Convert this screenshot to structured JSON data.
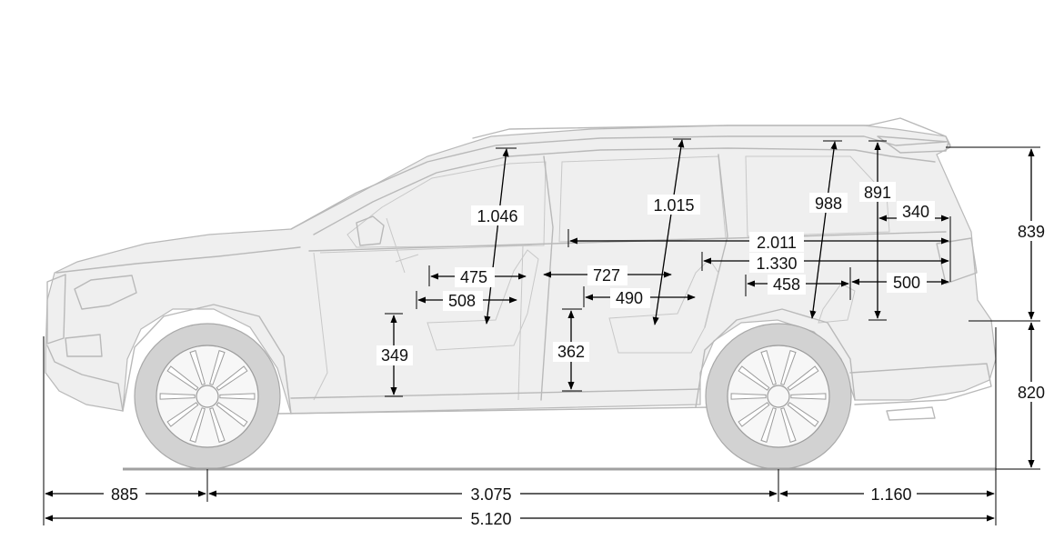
{
  "dimensions": {
    "front_overhang": "885",
    "wheelbase": "3.075",
    "rear_overhang": "1.160",
    "overall_length": "5.120",
    "rear_upper_height": "839",
    "rear_lower_height": "820",
    "headroom_front": "1.046",
    "headroom_middle": "1.015",
    "headroom_third": "988",
    "cargo_height": "891",
    "cargo_depth_top": "340",
    "load_length_max": "2.011",
    "load_length_mid": "1.330",
    "cargo_depth_floor": "500",
    "third_row_legroom": "458",
    "front_seat_depth_upper": "475",
    "front_seat_depth_lower": "508",
    "middle_legroom": "727",
    "middle_seat_depth": "490",
    "front_seat_height": "349",
    "middle_seat_height": "362"
  }
}
